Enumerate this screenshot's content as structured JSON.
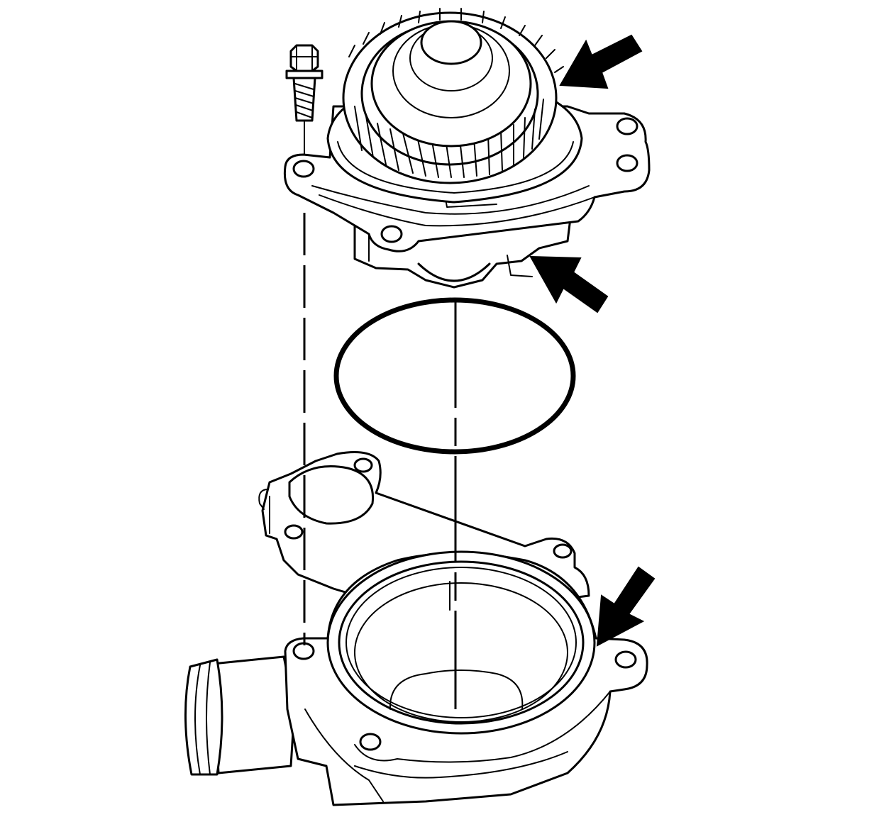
{
  "diagram": {
    "components": [
      "bolt",
      "water-pump",
      "o-ring-seal",
      "pump-housing"
    ],
    "callout_arrow_count": 3,
    "colors": {
      "line": "#000000",
      "background": "#ffffff"
    }
  }
}
